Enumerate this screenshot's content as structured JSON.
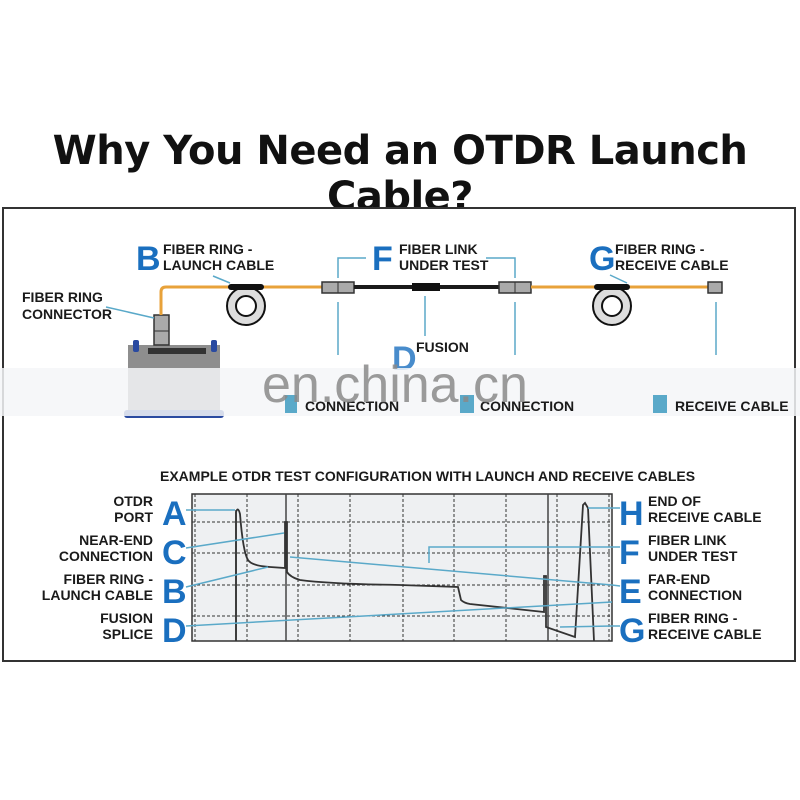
{
  "title": "Why You Need an OTDR Launch Cable?",
  "colors": {
    "accent_blue": "#1a6fbf",
    "leader_line": "#5aa9c9",
    "fiber_orange": "#e8a23a",
    "fiber_black": "#1a1a1a",
    "connector_gray": "#aaaaaa",
    "trace_bg": "#eef0f2",
    "trace_line": "#333333"
  },
  "setup": {
    "fiber_ring_connector": "FIBER RING\nCONNECTOR",
    "callouts": [
      {
        "letter": "B",
        "line1": "FIBER RING -",
        "line2": "LAUNCH CABLE"
      },
      {
        "letter": "F",
        "line1": "FIBER LINK",
        "line2": "UNDER TEST"
      },
      {
        "letter": "G",
        "line1": "FIBER RING -",
        "line2": "RECEIVE CABLE"
      },
      {
        "letter": "D",
        "line1": "FUSION",
        "line2": ""
      }
    ],
    "obscured_labels": [
      "CONNECTION",
      "CONNECTION",
      "RECEIVE CABLE"
    ],
    "watermark": "en.china.cn"
  },
  "trace": {
    "heading": "EXAMPLE OTDR TEST CONFIGURATION WITH LAUNCH AND RECEIVE CABLES",
    "left_labels": [
      {
        "letter": "A",
        "line1": "OTDR",
        "line2": "PORT"
      },
      {
        "letter": "C",
        "line1": "NEAR-END",
        "line2": "CONNECTION"
      },
      {
        "letter": "B",
        "line1": "FIBER RING -",
        "line2": "LAUNCH CABLE"
      },
      {
        "letter": "D",
        "line1": "FUSION",
        "line2": "SPLICE"
      }
    ],
    "right_labels": [
      {
        "letter": "H",
        "line1": "END OF",
        "line2": "RECEIVE CABLE"
      },
      {
        "letter": "F",
        "line1": "FIBER LINK",
        "line2": "UNDER TEST"
      },
      {
        "letter": "E",
        "line1": "FAR-END",
        "line2": "CONNECTION"
      },
      {
        "letter": "G",
        "line1": "FIBER RING -",
        "line2": "RECEIVE CABLE"
      }
    ]
  }
}
